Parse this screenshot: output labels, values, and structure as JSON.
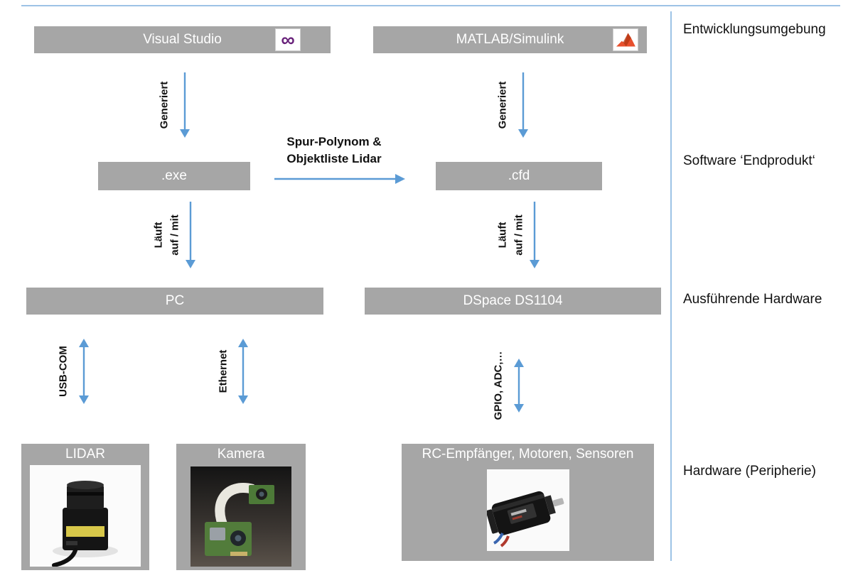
{
  "colors": {
    "box_gray": "#a6a6a6",
    "box_text": "#ffffff",
    "arrow_blue": "#5b9bd5",
    "divider_blue": "#9dc3e6",
    "vs_purple": "#68217a",
    "matlab_orange": "#e8502e"
  },
  "side_labels": {
    "dev": "Entwicklungsumgebung",
    "software": "Software ‘Endprodukt‘",
    "hardware": "Ausführende Hardware",
    "periphery": "Hardware (Peripherie)"
  },
  "boxes": {
    "visual_studio": "Visual Studio",
    "matlab": "MATLAB/Simulink",
    "exe": ".exe",
    "cfd": ".cfd",
    "pc": "PC",
    "dspace": "DSpace DS1104",
    "lidar": "LIDAR",
    "kamera": "Kamera",
    "rc": "RC-Empfänger, Motoren, Sensoren"
  },
  "connections": {
    "generiert": "Generiert",
    "spur_line1": "Spur-Polynom &",
    "spur_line2": "Objektliste Lidar",
    "lauft": "Läuft",
    "auf_mit": "auf / mit",
    "usb_com": "USB-COM",
    "ethernet": "Ethernet",
    "gpio": "GPIO, ADC,…"
  },
  "icons": {
    "vs_glyph": "∞"
  }
}
